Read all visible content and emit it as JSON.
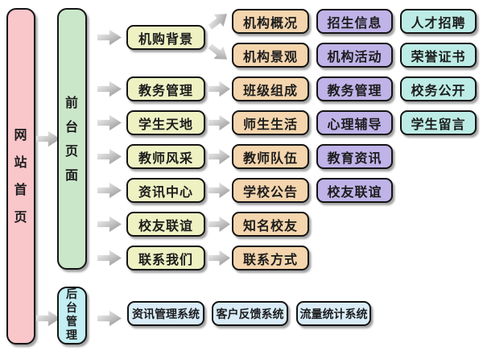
{
  "root": {
    "label": "网站首页"
  },
  "frontend": {
    "label": "前台页面"
  },
  "backend": {
    "label": "后台管理"
  },
  "menu": [
    "机购背景",
    "教务管理",
    "学生天地",
    "教师风采",
    "资讯中心",
    "校友联谊",
    "联系我们"
  ],
  "col_a": [
    "机构概况",
    "机构景观",
    "班级组成",
    "师生生活",
    "教师队伍",
    "学校公告",
    "知名校友",
    "联系方式"
  ],
  "col_b": [
    "招生信息",
    "机构活动",
    "教务管理",
    "心理辅导",
    "教育资讯",
    "校友联谊"
  ],
  "col_c": [
    "人才招聘",
    "荣誉证书",
    "校务公开",
    "学生留言"
  ],
  "systems": [
    "资讯管理系统",
    "客户反馈系统",
    "流量统计系统"
  ],
  "palette": {
    "root_pink": "#f9c6ca",
    "frontend_green": "#cbe7ca",
    "backend_cyan": "#c3eef3",
    "menu_yellow": "#eef2c3",
    "sub_orange": "#f4d5ad",
    "sub_purple": "#bfb3e8",
    "sub_cyan": "#bdece6",
    "system_blue": "#d9ecf8",
    "node_border": "#141414",
    "arrow_gray": "#b5b5b5"
  }
}
